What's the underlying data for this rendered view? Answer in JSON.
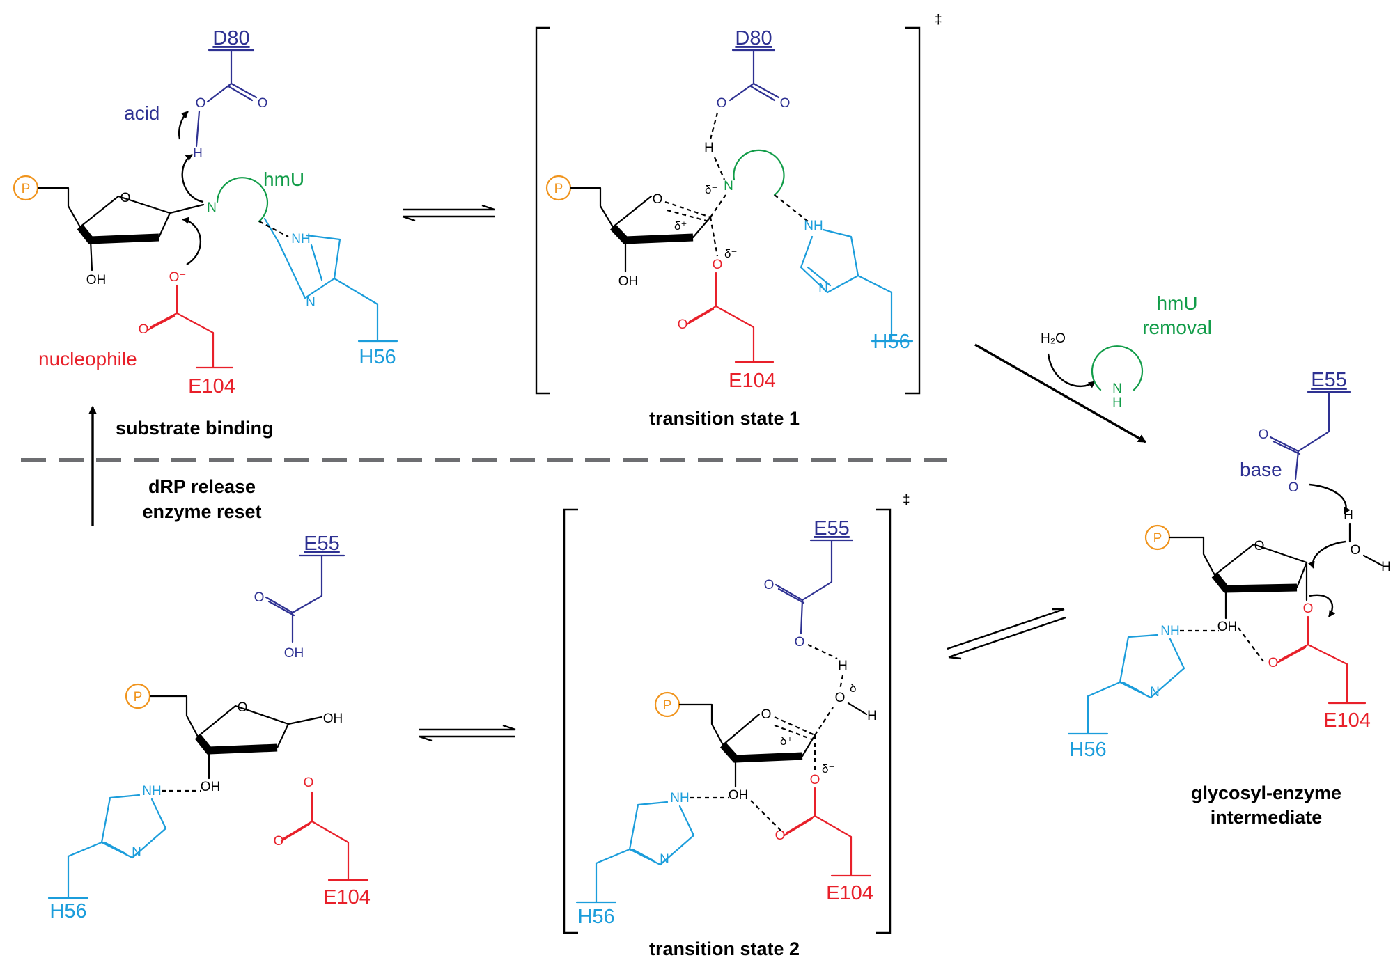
{
  "colors": {
    "black": "#000000",
    "navy": "#2e3192",
    "red": "#e8202a",
    "cyan": "#1b9ddb",
    "green": "#119c48",
    "orange": "#f0941d",
    "dash": "#6d6e71"
  },
  "atoms": {
    "P": "P",
    "O": "O",
    "N": "N",
    "H": "H",
    "OH": "OH",
    "NH": "NH",
    "O_minus": "O⁻",
    "H2O": "H₂O",
    "delta_minus": "δ⁻",
    "delta_plus": "δ⁺",
    "double_dagger": "‡"
  },
  "residues": {
    "D80": "D80",
    "E55": "E55",
    "E104": "E104",
    "H56": "H56"
  },
  "labels": {
    "acid": "acid",
    "base": "base",
    "hmU": "hmU",
    "nucleophile": "nucleophile",
    "hmU_removal_line1": "hmU",
    "hmU_removal_line2": "removal"
  },
  "captions": {
    "substrate_binding": "substrate binding",
    "drp_release_line1": "dRP release",
    "drp_release_line2": "enzyme reset",
    "transition_state_1": "transition state 1",
    "transition_state_2": "transition state 2",
    "glycosyl_line1": "glycosyl-enzyme",
    "glycosyl_line2": "intermediate"
  }
}
